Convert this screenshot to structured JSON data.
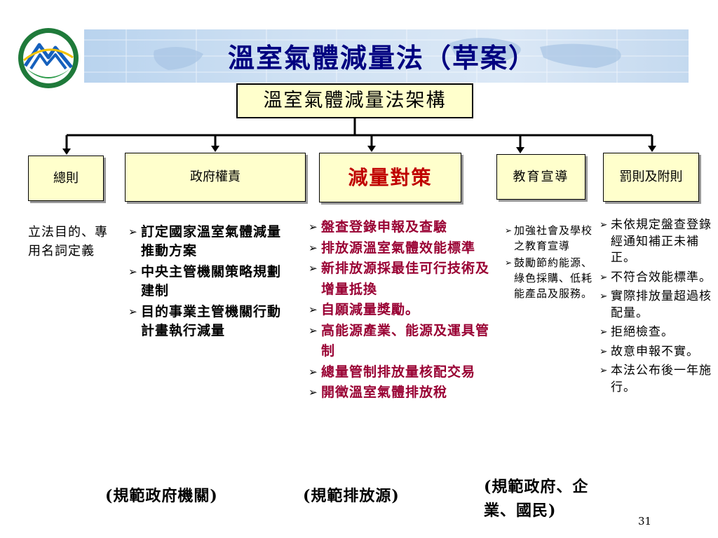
{
  "title": "溫室氣體減量法（草案）",
  "root": "溫室氣體減量法架構",
  "categories": {
    "general": "總則",
    "government": "政府權責",
    "reduction": "減量對策",
    "education": "教育宣導",
    "penalty": "罰則及附則"
  },
  "general_text": "立法目的、專用名詞定義",
  "government_items": [
    "訂定國家溫室氣體減量推動方案",
    "中央主管機關策略規劃建制",
    "目的事業主管機關行動計畫執行減量"
  ],
  "reduction_items": [
    "盤查登錄申報及查驗",
    "排放源溫室氣體效能標準",
    "新排放源採最佳可行技術及增量抵換",
    "自願減量獎勵。",
    "高能源產業、能源及運具管制",
    "總量管制排放量核配交易",
    "開徵溫室氣體排放稅"
  ],
  "education_items": [
    "加強社會及學校之教育宣導",
    "鼓勵節約能源、綠色採購、低耗能產品及服務。"
  ],
  "penalty_items": [
    "未依規定盤查登錄經通知補正未補正。",
    "不符合效能標準。",
    "實際排放量超過核配量。",
    "拒絕檢查。",
    "故意申報不實。",
    "本法公布後一年施行。"
  ],
  "notes": {
    "government": "(規範政府機關)",
    "reduction": "(規範排放源)",
    "education": "(規範政府、企業、國民)"
  },
  "page_number": "31",
  "colors": {
    "title": "#000080",
    "box_fill": "#ffffcc",
    "reduction_heading": "#c00000",
    "reduction_text": "#990033",
    "banner": "#cfe1f3"
  },
  "icons": {
    "logo": "green-mountain-emblem-icon",
    "bullet": "arrowhead-bullet-icon"
  }
}
